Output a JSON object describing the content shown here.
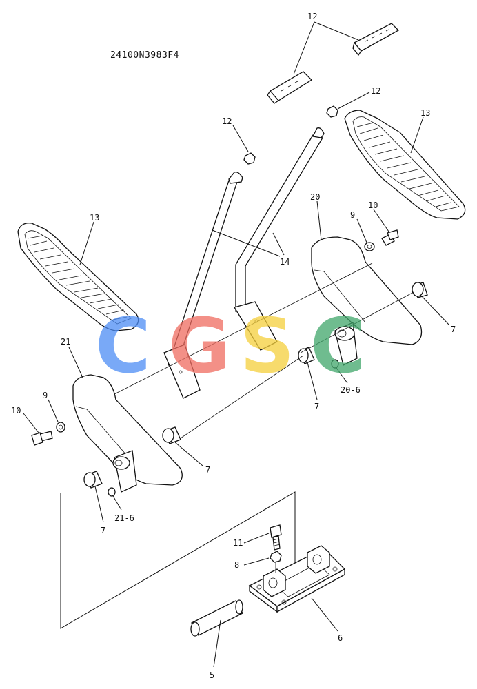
{
  "drawing_number": "24100N3983F4",
  "watermark": {
    "letters": [
      "C",
      "G",
      "S",
      "C"
    ],
    "colors": [
      "#4d8df5",
      "#ef6b5f",
      "#f5cf3c",
      "#3fa66a"
    ]
  },
  "callouts": {
    "c12a": "12",
    "c12b": "12",
    "c12c": "12",
    "c13a": "13",
    "c13b": "13",
    "c14": "14",
    "c20": "20",
    "c9a": "9",
    "c10a": "10",
    "c7a": "7",
    "c20_6": "20-6",
    "c7b": "7",
    "c21": "21",
    "c9b": "9",
    "c10b": "10",
    "c7c": "7",
    "c21_6": "21-6",
    "c7d": "7",
    "c11": "11",
    "c8": "8",
    "c6": "6",
    "c5": "5"
  }
}
